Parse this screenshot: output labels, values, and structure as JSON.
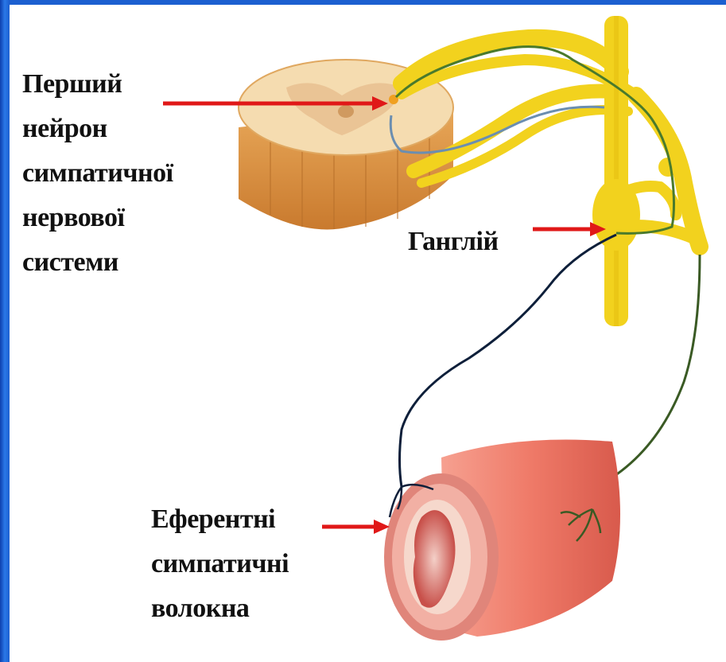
{
  "labels": {
    "first_neuron": [
      "Перший",
      "нейрон",
      "симпатичної",
      "нервової",
      "системи"
    ],
    "ganglion": "Ганглій",
    "efferent_fibers": [
      "Еферентні",
      "симпатичні",
      "волокна"
    ]
  },
  "colors": {
    "background_frame": "#1c5fd0",
    "arrow": "#e01818",
    "nerve": "#f2d21e",
    "preganglionic_fiber": "#4a7a2c",
    "postganglionic_fiber": "#0e1f3a",
    "spinal_cord": "#f0c888",
    "vessel": "#f08070"
  }
}
